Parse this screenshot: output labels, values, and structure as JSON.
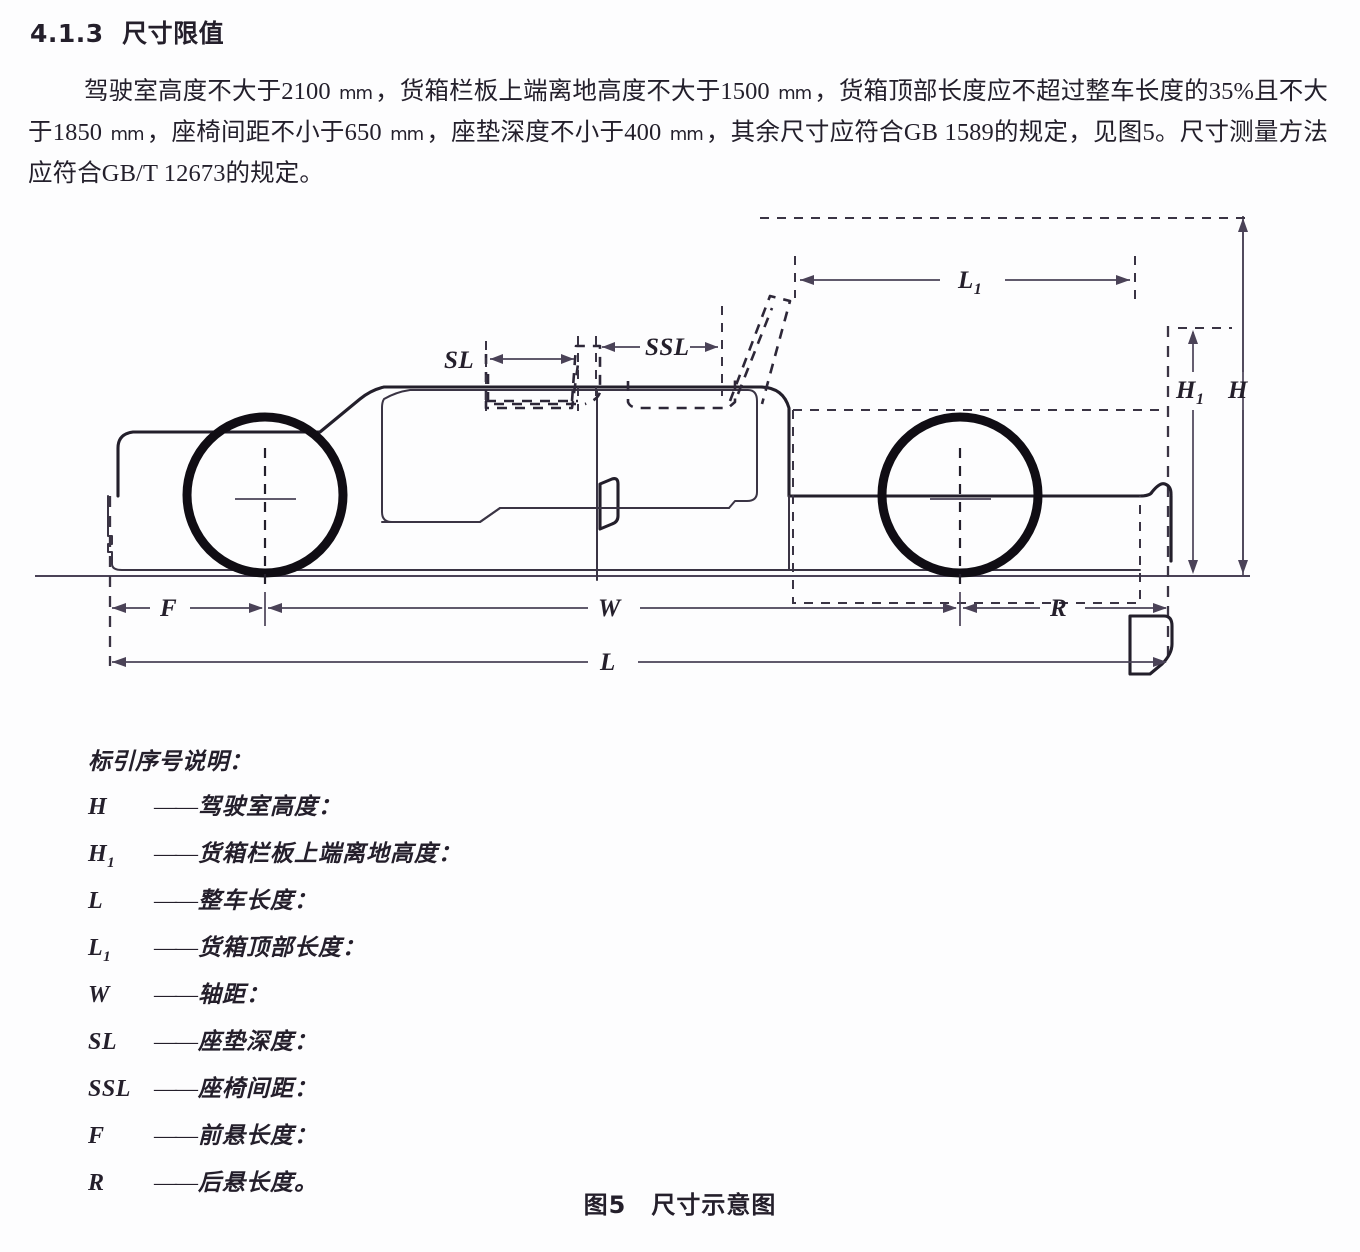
{
  "section": {
    "number": "4.1.3",
    "title": "尺寸限值",
    "heading_full": "4.1.3  尺寸限值"
  },
  "paragraph": {
    "segments": [
      {
        "t": "驾驶室高度不大于2100 ",
        "u": false
      },
      {
        "t": "mm",
        "u": true
      },
      {
        "t": "，货箱栏板上端离地高度不大于1500 ",
        "u": false
      },
      {
        "t": "mm",
        "u": true
      },
      {
        "t": "，货箱顶部长度应不超过整车长度的35%且不大于1850 ",
        "u": false
      },
      {
        "t": "mm",
        "u": true
      },
      {
        "t": "，座椅间距不小于650 ",
        "u": false
      },
      {
        "t": "mm",
        "u": true
      },
      {
        "t": "，座垫深度不小于400 ",
        "u": false
      },
      {
        "t": "mm",
        "u": true
      },
      {
        "t": "，其余尺寸应符合GB 1589的规定，见图5。尺寸测量方法应符合GB/T 12673的规定。",
        "u": false
      }
    ],
    "values": {
      "cab_height_max": "2100 mm",
      "cargo_board_top_height_max": "1500 mm",
      "cargo_top_length_pct_max": "35%",
      "cargo_top_length_max": "1850 mm",
      "seat_spacing_min": "650 mm",
      "seat_cushion_depth_min": "400 mm",
      "ref_standard_1": "GB 1589",
      "ref_standard_2": "GB/T 12673",
      "figure_ref": "图5"
    }
  },
  "figure": {
    "caption": "图5　尺寸示意图",
    "dimension_labels": {
      "L1": "L",
      "L1_sub": "1",
      "H1": "H",
      "H1_sub": "1",
      "H": "H",
      "SL": "SL",
      "SSL": "SSL",
      "F": "F",
      "W": "W",
      "R": "R",
      "L": "L"
    }
  },
  "legend": {
    "title": "标引序号说明：",
    "items": [
      {
        "symbol": "H",
        "sub": "",
        "dash": "——",
        "text": "驾驶室高度："
      },
      {
        "symbol": "H",
        "sub": "1",
        "dash": "——",
        "text": "货箱栏板上端离地高度："
      },
      {
        "symbol": "L",
        "sub": "",
        "dash": "——",
        "text": "整车长度："
      },
      {
        "symbol": "L",
        "sub": "1",
        "dash": "——",
        "text": "货箱顶部长度："
      },
      {
        "symbol": "W",
        "sub": "",
        "dash": "——",
        "text": "轴距："
      },
      {
        "symbol": "SL",
        "sub": "",
        "dash": "——",
        "text": "座垫深度："
      },
      {
        "symbol": "SSL",
        "sub": "",
        "dash": "——",
        "text": "座椅间距："
      },
      {
        "symbol": "F",
        "sub": "",
        "dash": "——",
        "text": "前悬长度："
      },
      {
        "symbol": "R",
        "sub": "",
        "dash": "——",
        "text": "后悬长度。"
      }
    ]
  },
  "colors": {
    "ink": "#231f2b",
    "dim_ink": "#4a4257",
    "tire": "#100d14",
    "page_bg": "#fdfdfe"
  }
}
